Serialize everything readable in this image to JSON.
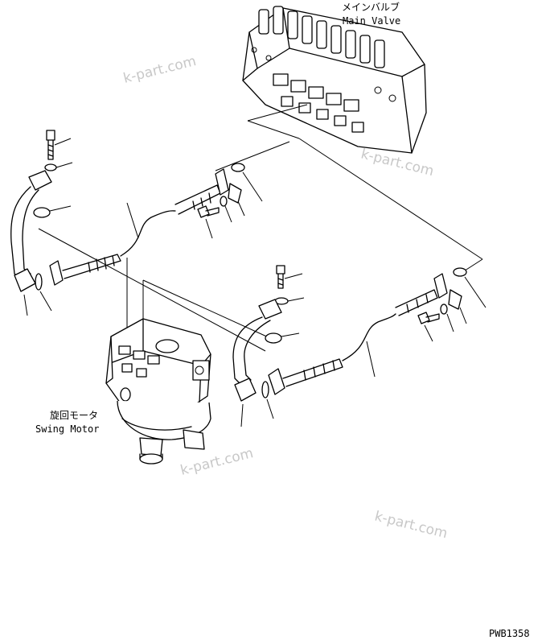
{
  "labels": {
    "main_valve_jp": "メインバルブ",
    "main_valve_en": "Main Valve",
    "swing_motor_jp": "旋回モータ",
    "swing_motor_en": "Swing Motor",
    "drawing_code": "PWB1358"
  },
  "watermark": {
    "text": "k-part.com",
    "color": "#c8c8c8"
  },
  "colors": {
    "ink": "#000000",
    "background": "#ffffff"
  }
}
